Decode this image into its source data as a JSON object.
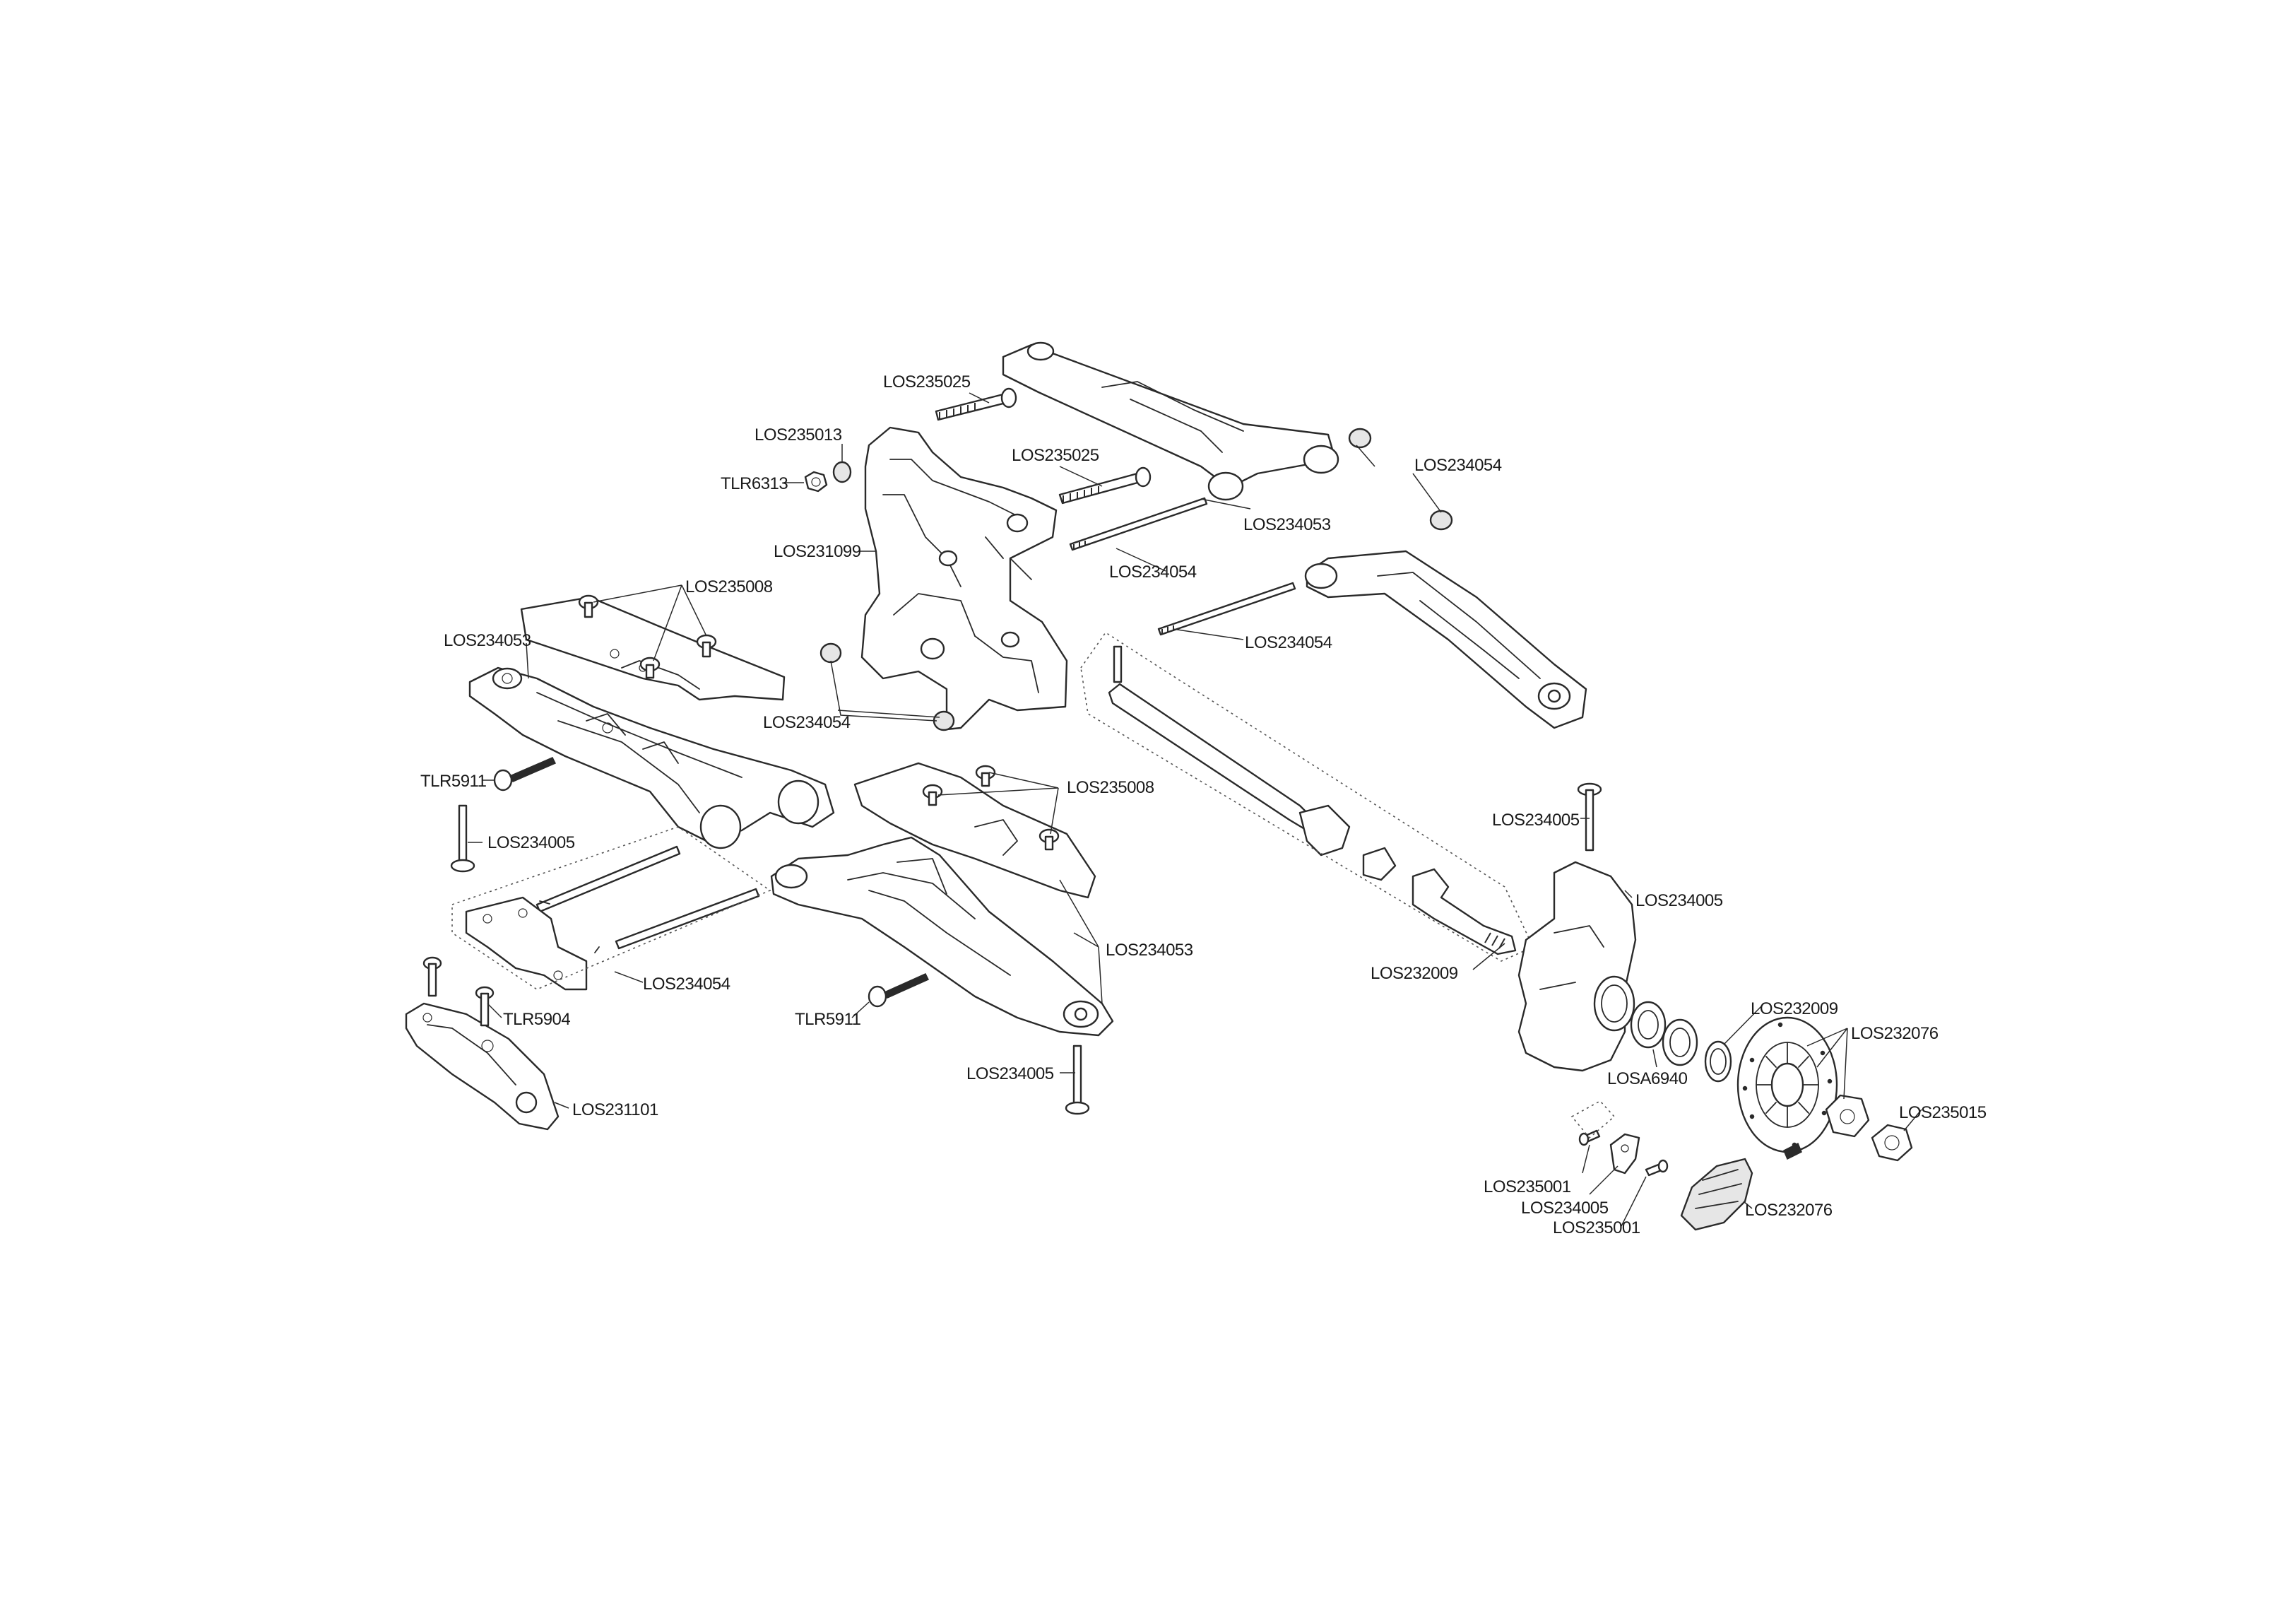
{
  "diagram": {
    "labels": {
      "los235025_top": "LOS235025",
      "los235013": "LOS235013",
      "tlr6313": "TLR6313",
      "los235025_mid": "LOS235025",
      "los231099": "LOS231099",
      "los234054_right_top": "LOS234054",
      "los234053_right_top": "LOS234053",
      "los234054_mid1": "LOS234054",
      "los234054_mid2": "LOS234054",
      "los235008_top": "LOS235008",
      "los234053_left": "LOS234053",
      "los234054_center": "LOS234054",
      "tlr5911_left": "TLR5911",
      "los235008_center": "LOS235008",
      "los234005_left": "LOS234005",
      "los234053_center": "LOS234053",
      "los234054_lower": "LOS234054",
      "tlr5904": "TLR5904",
      "tlr5911_center": "TLR5911",
      "los231101": "LOS231101",
      "los234005_center": "LOS234005",
      "los232009_shaft": "LOS232009",
      "los234005_pin": "LOS234005",
      "los234005_carrier": "LOS234005",
      "los232009_ring": "LOS232009",
      "los232076_disc": "LOS232076",
      "losa6940": "LOSA6940",
      "los235015": "LOS235015",
      "los235001_a": "LOS235001",
      "los234005_b": "LOS234005",
      "los235001_b": "LOS235001",
      "los232076_hub": "LOS232076"
    }
  }
}
